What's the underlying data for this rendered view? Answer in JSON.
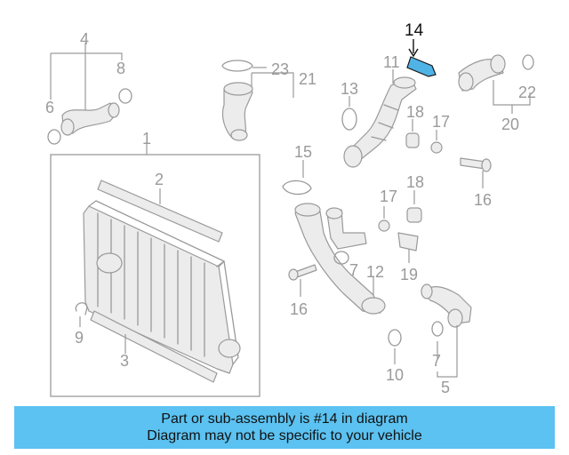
{
  "highlighted_part": "14",
  "callouts": {
    "c1": "1",
    "c2": "2",
    "c3": "3",
    "c4": "4",
    "c5": "5",
    "c6": "6",
    "c7a": "7",
    "c7b": "7",
    "c8": "8",
    "c9": "9",
    "c10": "10",
    "c11": "11",
    "c12": "12",
    "c13": "13",
    "c14": "14",
    "c15": "15",
    "c16a": "16",
    "c16b": "16",
    "c17a": "17",
    "c17b": "17",
    "c18a": "18",
    "c18b": "18",
    "c19": "19",
    "c20": "20",
    "c21": "21",
    "c22": "22",
    "c23": "23"
  },
  "banner": {
    "line1": "Part or sub-assembly is #14 in diagram",
    "line2": "Diagram may not be specific to your vehicle"
  },
  "colors": {
    "banner": "#5bc2f1",
    "highlight_part": "#4fb3e6",
    "line_art": "#9a9a9a"
  }
}
